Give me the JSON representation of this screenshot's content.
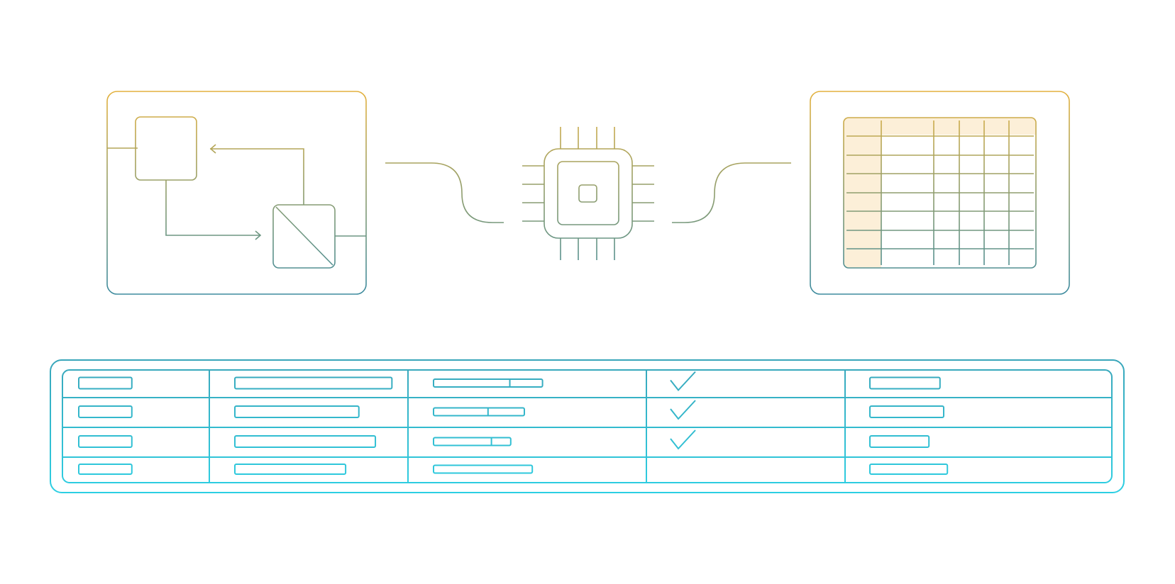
{
  "colors": {
    "gold": "#e8b23a",
    "teal": "#3a8aa0",
    "cyan": "#2cc6dc",
    "fill_highlight": "#fcefd8",
    "background": "#ffffff"
  },
  "flow_panel": {
    "icons": [
      "square-icon",
      "arrow-left-icon",
      "arrow-right-icon",
      "diagonal-box-icon"
    ]
  },
  "chip": {
    "icon": "microchip-icon",
    "pins_per_side": 4
  },
  "spreadsheet": {
    "columns": 6,
    "rows": 8,
    "header_shaded": true
  },
  "table": {
    "columns": 5,
    "rows": [
      {
        "fill": [
          0.85,
          0.95,
          0.96,
          1,
          0.95
        ],
        "bar_split": 0.7,
        "checked": true
      },
      {
        "fill": [
          0.85,
          0.75,
          0.8,
          1,
          1.0
        ],
        "bar_split": 0.6,
        "checked": true
      },
      {
        "fill": [
          0.85,
          0.85,
          0.68,
          1,
          0.8
        ],
        "bar_split": 0.75,
        "checked": true
      },
      {
        "fill": [
          0.85,
          0.67,
          0.87,
          1,
          1.05
        ],
        "bar_split": null,
        "checked": false
      }
    ]
  }
}
